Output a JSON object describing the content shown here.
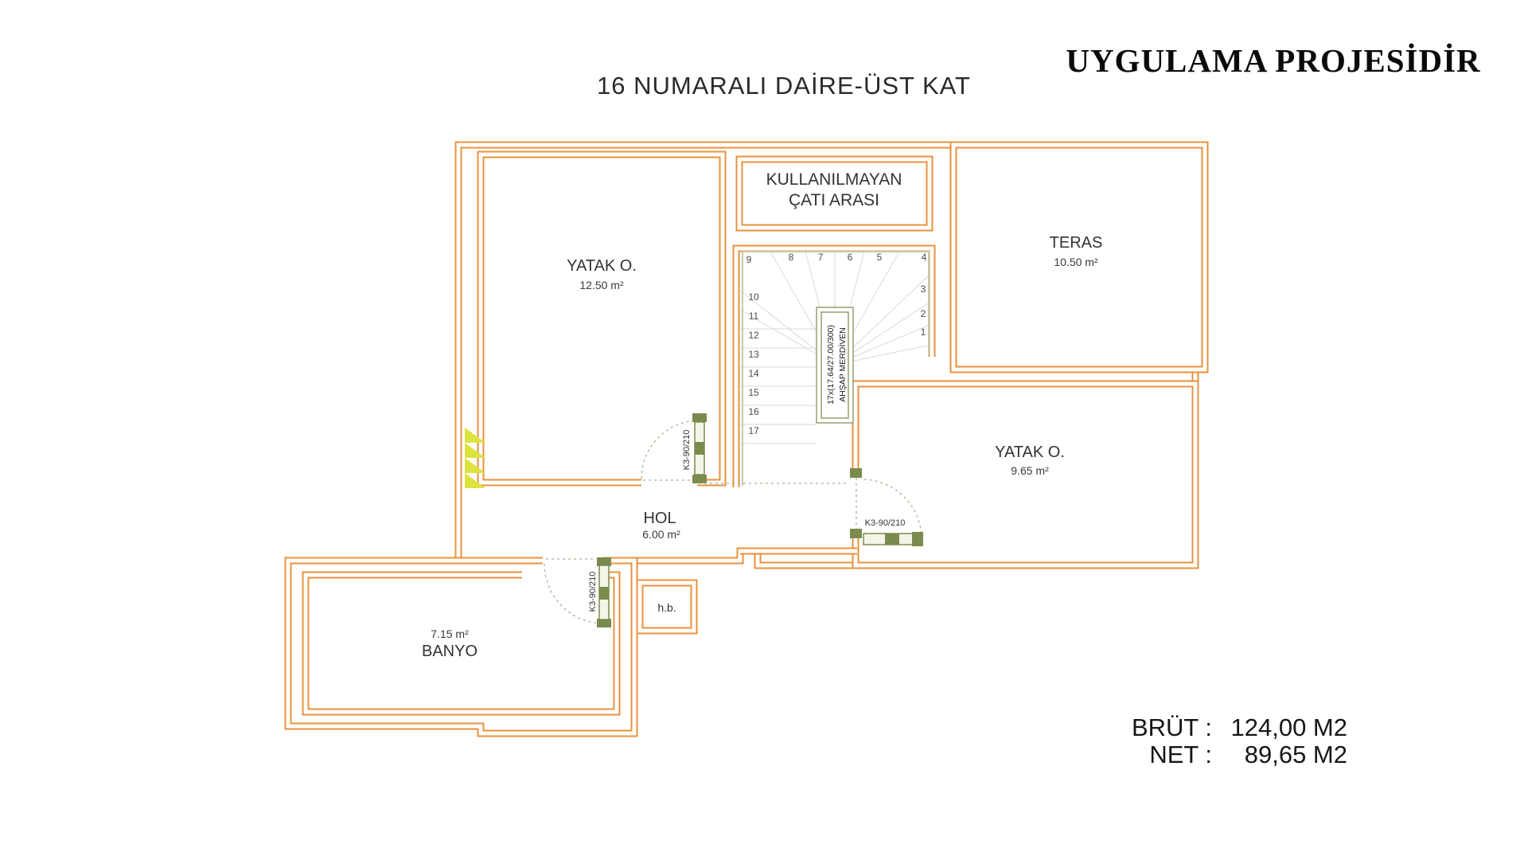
{
  "header": {
    "plan_title": "16 NUMARALI DAİRE-ÜST KAT",
    "stamp": "UYGULAMA PROJESİDİR"
  },
  "rooms": {
    "bedroom1": {
      "name": "YATAK O.",
      "area": "12.50 m²"
    },
    "attic": {
      "line1": "KULLANILMAYAN",
      "line2": "ÇATI ARASI"
    },
    "teras": {
      "name": "TERAS",
      "area": "10.50 m²"
    },
    "bedroom2": {
      "name": "YATAK O.",
      "area": "9.65 m²"
    },
    "hol": {
      "name": "HOL",
      "area": "6.00 m²"
    },
    "banyo": {
      "name": "BANYO",
      "area": "7.15 m²"
    },
    "hb": {
      "name": "h.b."
    }
  },
  "stairs": {
    "spec": "17x(17.64/27.00/300)",
    "material": "AHŞAP MERDİVEN",
    "numbers": [
      "1",
      "2",
      "3",
      "4",
      "5",
      "6",
      "7",
      "8",
      "9",
      "10",
      "11",
      "12",
      "13",
      "14",
      "15",
      "16",
      "17"
    ]
  },
  "doors": {
    "bedroom1_door": "K3-90/210",
    "bedroom2_door": "K3-90/210",
    "banyo_door": "K3-90/210"
  },
  "summary": {
    "brut_label": "BRÜT :",
    "brut_value": "124,00 M2",
    "net_label": "NET :",
    "net_value": "89,65 M2"
  },
  "colors": {
    "wall": "#e8923c",
    "joinery": "#7b8a4d",
    "hatch": "#dde23e"
  }
}
